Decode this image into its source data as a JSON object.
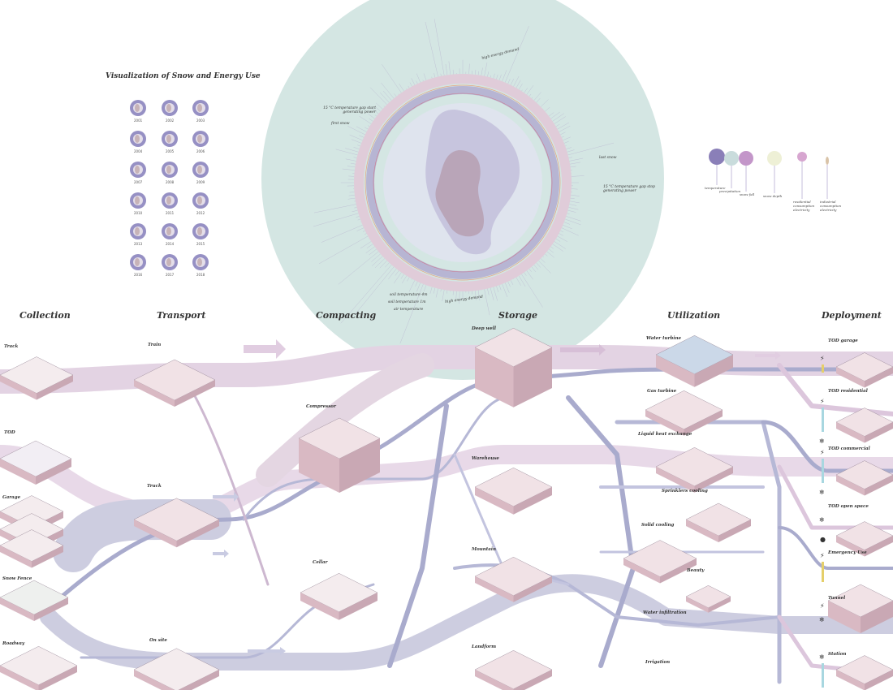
{
  "title": "Visualization of Snow and Energy Use",
  "years": [
    "2001",
    "2002",
    "2003",
    "2004",
    "2005",
    "2006",
    "2007",
    "2008",
    "2009",
    "2010",
    "2011",
    "2012",
    "2013",
    "2014",
    "2015",
    "2016",
    "2017",
    "2018"
  ],
  "radial_annotations": {
    "high_energy_demand_top": "high energy demand",
    "start_gap": "15 °C temperature gap start generating power",
    "first_snow": "first snow",
    "last_snow": "last snow",
    "stop_gap": "15 °C temperature gap stop generating power",
    "soil_4m": "soil temperature 4m",
    "soil_1m": "soil temperature 1m",
    "air_temp": "air temperature",
    "high_energy_demand_bottom": "high energy demand"
  },
  "legend": [
    {
      "label": "temperature",
      "color": "#8a7fb8"
    },
    {
      "label": "precipitation",
      "color": "#c9dcdc"
    },
    {
      "label": "snow fall",
      "color": "#c396c9"
    },
    {
      "label": "snow depth",
      "color": "#eef0d6"
    },
    {
      "label": "residential consumption electricity",
      "color": "#d7a6d0"
    },
    {
      "label": "industrial consumption electricity",
      "color": "#d9c3a8"
    }
  ],
  "stages": [
    "Collection",
    "Transport",
    "Compacting",
    "Storage",
    "Utilization",
    "Deployment"
  ],
  "nodes": {
    "track": "Track",
    "train": "Train",
    "tod": "TOD",
    "garage": "Garage",
    "snow_fence": "Snow Fence",
    "roadway": "Roadway",
    "truck": "Truck",
    "on_site": "On site",
    "compressor": "Compressor",
    "cellar": "Cellar",
    "deep_well": "Deep well",
    "warehouse": "Warehouse",
    "mountain": "Mountain",
    "landform": "Landform",
    "water_turbine": "Water turbine",
    "gas_turbine": "Gas turbine",
    "liquid_heat_exchange": "Liquid heat exchange",
    "sprinklers_cooling": "Sprinklers cooling",
    "solid_cooling": "Solid cooling",
    "beauty": "Beauty",
    "water_infiltration": "Water infiltration",
    "irrigation": "Irrigation",
    "tod_garage": "TOD garage",
    "tod_residential": "TOD residential",
    "tod_commercial": "TOD commercial",
    "tod_open_space": "TOD open space",
    "emergency_use": "Emergency Use",
    "tunnel": "Tunnel",
    "station": "Station"
  },
  "colors": {
    "radial_bg": "#d4e6e3",
    "flow_light": "#e3d3e3",
    "flow_mid": "#cdcde0",
    "flow_dark": "#a9abcd",
    "block_top": "#f1e2e6",
    "block_side": "#d9b9c3"
  }
}
